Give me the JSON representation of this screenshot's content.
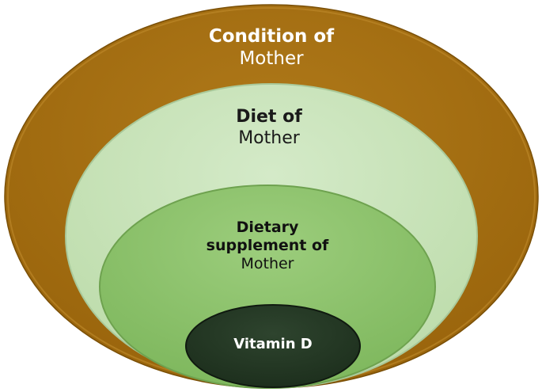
{
  "diagram": {
    "layers": [
      {
        "bold": "Condition of",
        "regular": "Mother",
        "color": "#a87012"
      },
      {
        "bold": "Diet of",
        "regular": "Mother",
        "color": "#c9e4bc"
      },
      {
        "bold": "Dietary supplement of",
        "regular": "Mother",
        "color": "#8fc46e"
      },
      {
        "bold": "Vitamin D",
        "regular": "",
        "color": "#243824"
      }
    ]
  }
}
